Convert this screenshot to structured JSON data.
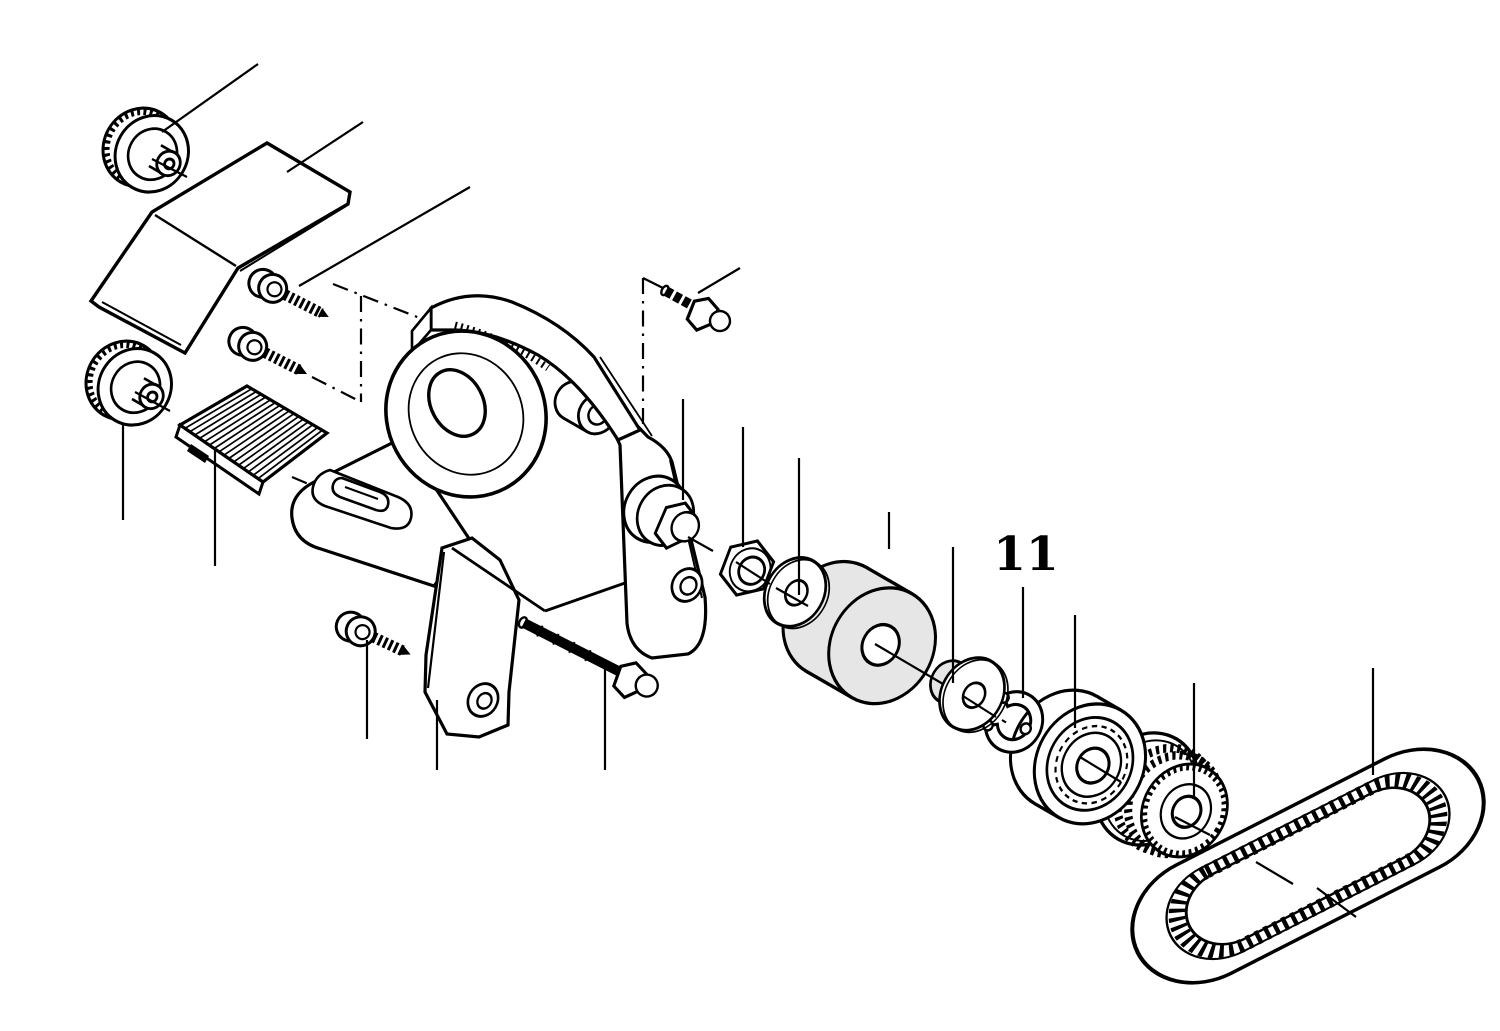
{
  "diagram": {
    "type": "exploded-parts-diagram",
    "background": "#ffffff",
    "line_color": "#000000",
    "roller_fill": "#e6e6e6",
    "callouts": [
      {
        "label": "11",
        "part": "retaining-ring"
      }
    ],
    "parts": [
      {
        "id": "knob-upper",
        "name": "knurled knob (upper)"
      },
      {
        "id": "cover-plate",
        "name": "bent cover plate"
      },
      {
        "id": "tapping-screw-1",
        "name": "pan head tapping screw"
      },
      {
        "id": "tapping-screw-2",
        "name": "pan head tapping screw"
      },
      {
        "id": "knob-lower",
        "name": "knurled knob (lower)"
      },
      {
        "id": "grip-pad",
        "name": "ribbed insert pad"
      },
      {
        "id": "housing",
        "name": "main housing casting"
      },
      {
        "id": "hex-bolt-upper",
        "name": "hex bolt (short)"
      },
      {
        "id": "pan-screw-bottom",
        "name": "pan head screw (bottom)"
      },
      {
        "id": "hex-bolt-long",
        "name": "hex bolt (long)"
      },
      {
        "id": "spindle",
        "name": "spindle with hex head"
      },
      {
        "id": "hex-nut",
        "name": "hex nut"
      },
      {
        "id": "washer-front",
        "name": "washer (front)"
      },
      {
        "id": "roller",
        "name": "roller (highlighted gray)"
      },
      {
        "id": "washer-rear",
        "name": "washer (rear)"
      },
      {
        "id": "retaining-ring",
        "name": "retaining ring / circlip",
        "label": "11"
      },
      {
        "id": "ball-bearing",
        "name": "ball bearing"
      },
      {
        "id": "toothed-pulley",
        "name": "toothed belt pulley"
      },
      {
        "id": "timing-belt",
        "name": "toothed drive belt"
      }
    ]
  }
}
